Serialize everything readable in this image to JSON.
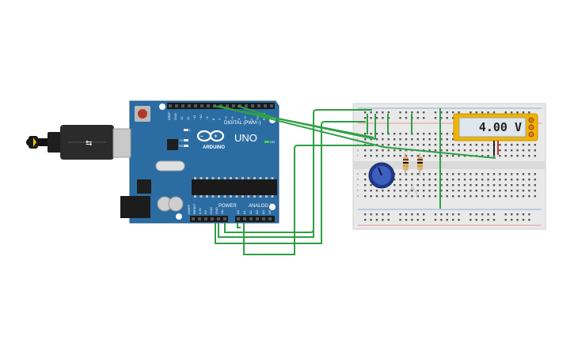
{
  "arduino": {
    "brand": "ARDUINO",
    "model": "UNO",
    "digital_label": "DIGITAL (PWM~)",
    "power_label": "POWER",
    "analog_label": "ANALOG IN",
    "on_label": "ON",
    "led_l": "L",
    "led_tx": "TX",
    "led_rx": "RX",
    "top_pins": [
      "AREF",
      "GND",
      "13",
      "12",
      "~11",
      "~10",
      "~9",
      "8",
      "7",
      "~6",
      "~5",
      "4",
      "~3",
      "2",
      "TX 1",
      "RX 0"
    ],
    "power_pins": [
      "IOREF",
      "RESET",
      "3.3V",
      "5V",
      "GND",
      "GND",
      "Vin"
    ],
    "analog_pins": [
      "A0",
      "A1",
      "A2",
      "A3",
      "A4",
      "A5"
    ]
  },
  "multimeter": {
    "reading": "4.00 V"
  },
  "breadboard": {
    "row_letters_top": [
      "j",
      "i",
      "h",
      "g",
      "f"
    ],
    "row_letters_bottom": [
      "e",
      "d",
      "c",
      "b",
      "a"
    ]
  },
  "colors": {
    "board": "#2b6da3",
    "wire": "#2ea043",
    "meter": "#f0b400",
    "display": "#dfe6ec"
  }
}
